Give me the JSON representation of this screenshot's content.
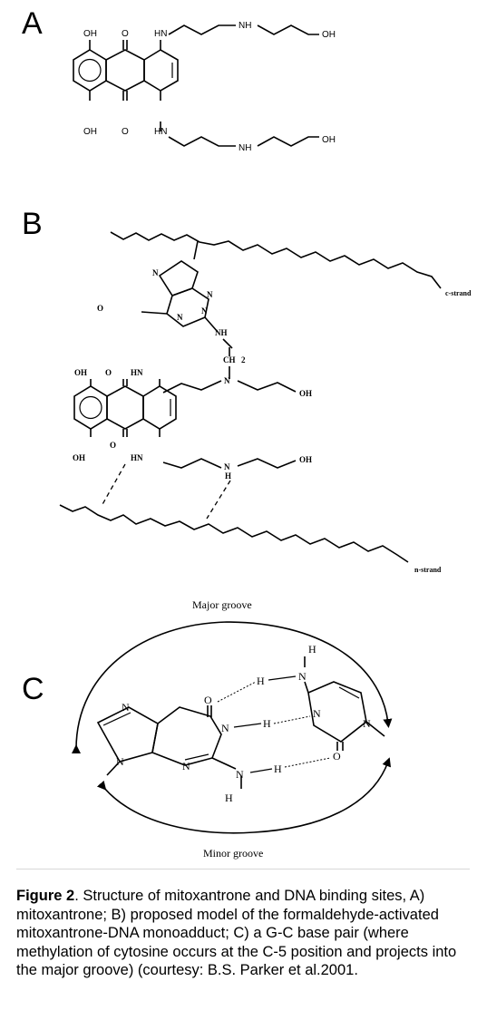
{
  "panels": {
    "a": {
      "label": "A",
      "atoms": {
        "oh_top": "OH",
        "o_top": "O",
        "hn_top": "HN",
        "nh_top": "NH",
        "oh_top_end": "OH",
        "oh_bottom": "OH",
        "o_bottom": "O",
        "hn_bottom": "HN",
        "nh_bottom": "NH",
        "oh_bottom_end": "OH"
      }
    },
    "b": {
      "label": "B",
      "c_strand": "c-strand",
      "n_strand": "n-strand",
      "atoms": {
        "n1": "N",
        "n2": "N",
        "n3": "N",
        "n4": "N",
        "o": "O",
        "nh": "NH",
        "ch": "CH",
        "sub2": "2",
        "oh1": "OH",
        "o_top": "O",
        "hn1": "HN",
        "n_link": "N",
        "oh_end1": "OH",
        "oh2": "OH",
        "o_bottom": "O",
        "hn2": "HN",
        "n_h": "N",
        "h": "H",
        "oh_end2": "OH"
      }
    },
    "c": {
      "label": "C",
      "major_groove": "Major groove",
      "minor_groove": "Minor groove",
      "atoms": {
        "h_top": "H",
        "n_amine": "N",
        "h_mid": "H",
        "n_ring_right": "N",
        "n_methyl": "N",
        "o_right": "O",
        "o_left": "O",
        "n_imid_top": "N",
        "n_h": "N",
        "h_bond2": "H",
        "n_imid_bottom": "N",
        "n_ring": "N",
        "n_amine_bottom": "N",
        "h_bond3": "H",
        "h_bottom": "H"
      }
    }
  },
  "caption": {
    "label": "Figure 2",
    "text": ". Structure of mitoxantrone and DNA binding sites, A) mitoxantrone; B) proposed model of the formaldehyde-activated mitoxantrone-DNA monoadduct; C) a G-C base pair (where methylation of cytosine occurs at the C-5 position and projects into the major groove) (courtesy: B.S. Parker et al.2001."
  }
}
